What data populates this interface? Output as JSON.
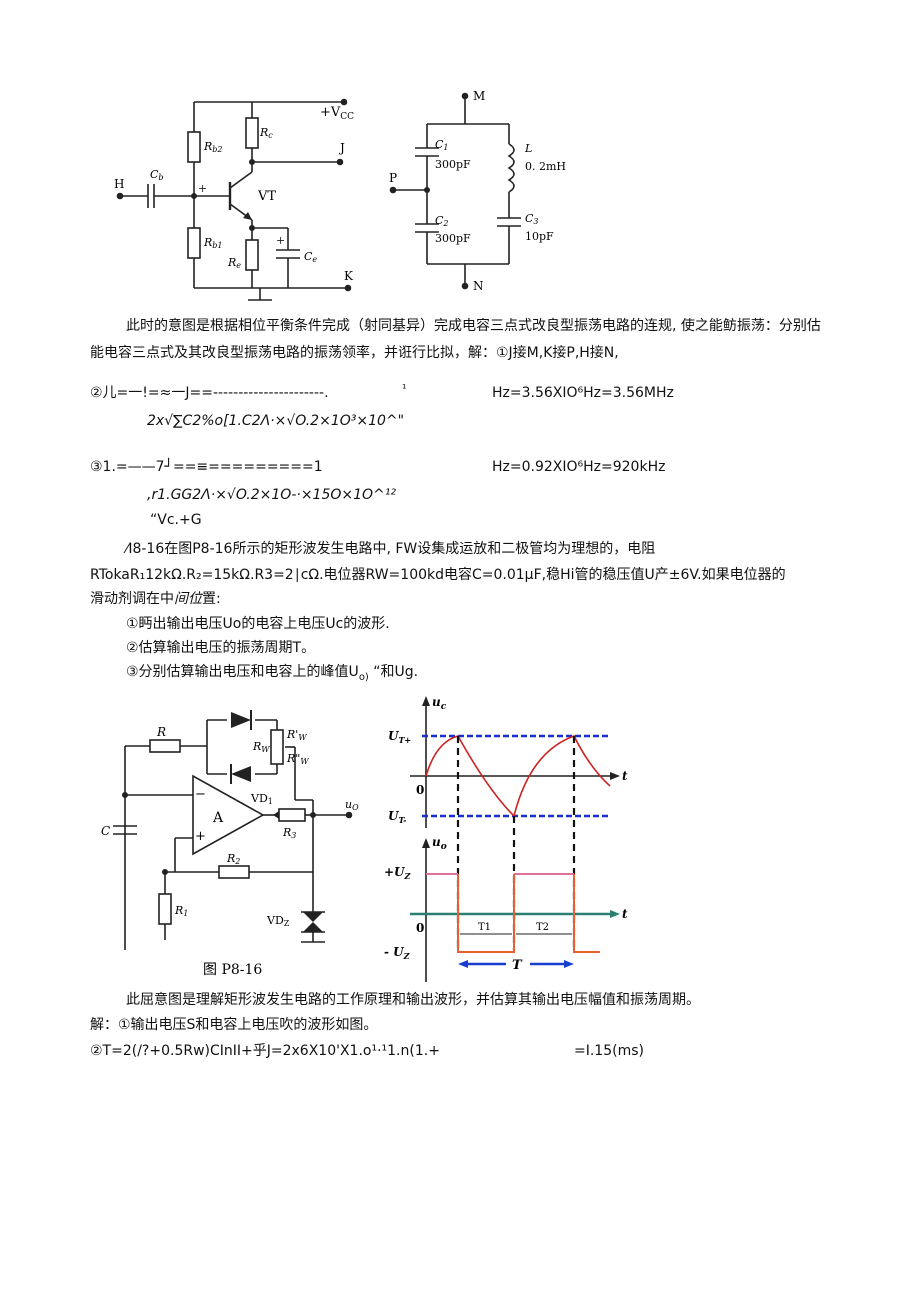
{
  "circuit1": {
    "labels": {
      "vcc": "+V",
      "vcc_sub": "CC",
      "j": "J",
      "h": "H",
      "k": "K",
      "vt": "VT",
      "rc": "R",
      "rc_sub": "c",
      "rb2": "R",
      "rb2_sub": "b2",
      "rb1": "R",
      "rb1_sub": "b1",
      "re": "R",
      "re_sub": "e",
      "cb": "C",
      "cb_sub": "b",
      "ce": "C",
      "ce_sub": "e"
    }
  },
  "circuit2": {
    "labels": {
      "m": "M",
      "n": "N",
      "p": "P",
      "c1": "C",
      "c1_sub": "1",
      "c1_val": "300pF",
      "c2": "C",
      "c2_sub": "2",
      "c2_val": "300pF",
      "c3": "C",
      "c3_sub": "3",
      "c3_val": "10pF",
      "l": "L",
      "l_val": "0. 2mH"
    }
  },
  "text1": {
    "para1": "此时的意图是根据相位平衡条件完成（射同基异）完成电容三点式改良型振荡电路的连规, 使之能鲂振荡：分别估能电容三点式及其改良型振荡电路的振荡领率，并诳行比拟，解：①J接M,K接P,H接N,",
    "line2_left": "②儿=一!=≈一J==----------------------.",
    "line2_mid": "¹",
    "line2_right": "Hz=3.56XIO⁶Hz=3.56MHz",
    "line3": "2x√∑C2%o[1.C2Λ·×√O.2×1O³×10^\"",
    "line4_left": "③1.=——7┘==≡=========1",
    "line4_right": "Hz=0.92XIO⁶Hz=920kHz",
    "line5": ",r1.GG2Λ·×√O.2×1O-·×15O×1O^¹²",
    "line6": "“Vc.+G"
  },
  "problem": {
    "line1": "⁄Ι8-16在图P8-16所示的矩形波发生电路中, FW设集成运放和二极管均为理想的，电阻",
    "line2": "RTokaR₁12kΩ.R₂=15kΩ.R3=2∣cΩ.电位器RW=100kd电容C=0.01μF,稳Hi管的稳压值U产±6V.如果电位器的",
    "line3_a": "滑动剂调在中",
    "line3_b": "间位",
    "line3_c": "置:",
    "item1": "①眄出输出电压Uo的电容上电压Uc的波形.",
    "item2": "②估算输出电压的振荡周期T。",
    "item3": "③分别估算输出电压和电容上的峰值U",
    "item3_sub": "o)",
    "item3_end": " “和Ug."
  },
  "circuit3": {
    "labels": {
      "r": "R",
      "rw": "R",
      "rw_sub": "W",
      "rwp": "R'",
      "rwp_sub": "W",
      "rwpp": "R\"",
      "rwpp_sub": "W",
      "vd1": "VD",
      "vd1_sub": "1",
      "a": "A",
      "r3": "R",
      "r3_sub": "3",
      "r2": "R",
      "r2_sub": "2",
      "r1": "R",
      "r1_sub": "1",
      "c": "C",
      "vdz": "VD",
      "vdz_sub": "Z",
      "uo": "u",
      "uo_sub": "O",
      "minus": "−",
      "plus": "+",
      "caption": "图 P8-16"
    }
  },
  "waveform": {
    "uc_label": "u",
    "uc_sub": "c",
    "ut_plus": "U",
    "ut_plus_sub": "T+",
    "ut_minus": "U",
    "ut_minus_sub": "T-",
    "t1": "t",
    "t2": "t",
    "zero1": "0",
    "zero2": "0",
    "uo_label": "u",
    "uo_sub": "o",
    "uz_plus": "+U",
    "uz_plus_sub": "Z",
    "uz_minus": "- U",
    "uz_minus_sub": "Z",
    "t1_label": "T1",
    "t2_label": "T2",
    "t_label": "T",
    "colors": {
      "axis": "#222222",
      "capacitor": "#cc2222",
      "threshold": "#1a2fd0",
      "output": "#e86030",
      "output_top": "#e070a0",
      "t_axis": "#2a8070",
      "period": "#1a3fd0"
    }
  },
  "text2": {
    "line1": "此屈意图是理解矩形波发生电路的工作原理和输出波形，并估算其输出电压幅值和振荡周期。",
    "line2": "解：①输出电压S和电容上电压吹的波形如图。",
    "line3_left": "②T=2(/?+0.5Rw)CInII+乎J=2x6X10'X1.o¹·¹1.n(1.+",
    "line3_right": "=I.15(ms)"
  }
}
